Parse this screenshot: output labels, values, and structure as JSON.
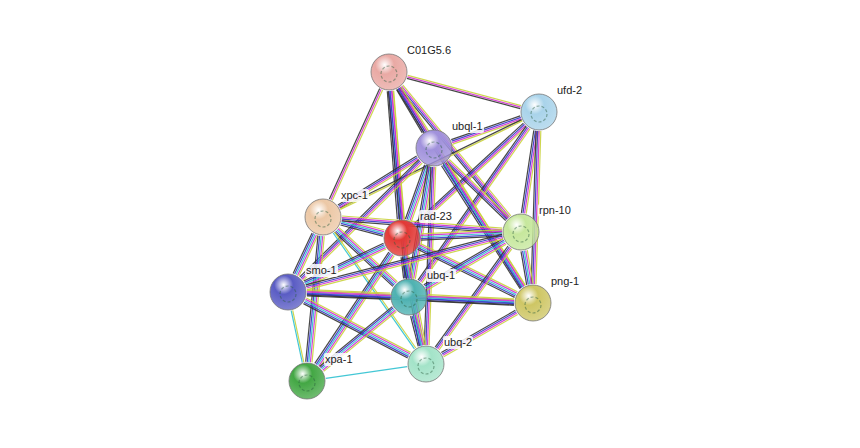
{
  "diagram": {
    "nodes": [
      {
        "text": [
          "C01G5.6"
        ]
      },
      {
        "text": [
          "ufd-2"
        ]
      },
      {
        "text": [
          "ubql-1"
        ]
      },
      {
        "text": [
          "xpc-1"
        ]
      },
      {
        "text": [
          "rad-23"
        ]
      },
      {
        "text": [
          "rpn-10"
        ]
      },
      {
        "text": [
          "smo-1"
        ]
      },
      {
        "text": [
          "ubq-1"
        ]
      },
      {
        "text": [
          "png-1"
        ]
      },
      {
        "text": [
          "xpa-1"
        ]
      },
      {
        "text": [
          "ubq-2"
        ]
      }
    ],
    "edges": [
      {
        "from": 0,
        "to": 1,
        "arrow": "none"
      },
      {
        "from": 0,
        "to": 2,
        "arrow": "none"
      },
      {
        "from": 0,
        "to": 3,
        "arrow": "none"
      },
      {
        "from": 0,
        "to": 4,
        "arrow": "none"
      },
      {
        "from": 0,
        "to": 5,
        "arrow": "none"
      },
      {
        "from": 0,
        "to": 7,
        "arrow": "none"
      },
      {
        "from": 0,
        "to": 8,
        "arrow": "none"
      },
      {
        "from": 1,
        "to": 2,
        "arrow": "none"
      },
      {
        "from": 1,
        "to": 4,
        "arrow": "none"
      },
      {
        "from": 1,
        "to": 5,
        "arrow": "none"
      },
      {
        "from": 1,
        "to": 7,
        "arrow": "none"
      },
      {
        "from": 1,
        "to": 8,
        "arrow": "none"
      },
      {
        "from": 1,
        "to": 3,
        "arrow": "none"
      },
      {
        "from": 2,
        "to": 3,
        "arrow": "none"
      },
      {
        "from": 2,
        "to": 4,
        "arrow": "none"
      },
      {
        "from": 2,
        "to": 5,
        "arrow": "none"
      },
      {
        "from": 2,
        "to": 7,
        "arrow": "none"
      },
      {
        "from": 2,
        "to": 8,
        "arrow": "none"
      },
      {
        "from": 2,
        "to": 6,
        "arrow": "none"
      },
      {
        "from": 2,
        "to": 10,
        "arrow": "none"
      },
      {
        "from": 3,
        "to": 4,
        "arrow": "none"
      },
      {
        "from": 3,
        "to": 6,
        "arrow": "none"
      },
      {
        "from": 3,
        "to": 7,
        "arrow": "none"
      },
      {
        "from": 3,
        "to": 9,
        "arrow": "none"
      },
      {
        "from": 3,
        "to": 10,
        "arrow": "none"
      },
      {
        "from": 3,
        "to": 5,
        "arrow": "none"
      },
      {
        "from": 4,
        "to": 5,
        "arrow": "none"
      },
      {
        "from": 4,
        "to": 6,
        "arrow": "none"
      },
      {
        "from": 4,
        "to": 7,
        "arrow": "none"
      },
      {
        "from": 4,
        "to": 8,
        "arrow": "none"
      },
      {
        "from": 4,
        "to": 9,
        "arrow": "none"
      },
      {
        "from": 4,
        "to": 10,
        "arrow": "none"
      },
      {
        "from": 5,
        "to": 8,
        "arrow": "none"
      },
      {
        "from": 5,
        "to": 7,
        "arrow": "none"
      },
      {
        "from": 5,
        "to": 6,
        "arrow": "none"
      },
      {
        "from": 5,
        "to": 10,
        "arrow": "none"
      },
      {
        "from": 6,
        "to": 7,
        "arrow": "none"
      },
      {
        "from": 6,
        "to": 9,
        "arrow": "none"
      },
      {
        "from": 6,
        "to": 10,
        "arrow": "none"
      },
      {
        "from": 6,
        "to": 8,
        "arrow": "none"
      },
      {
        "from": 7,
        "to": 8,
        "arrow": "none"
      },
      {
        "from": 7,
        "to": 9,
        "arrow": "none"
      },
      {
        "from": 7,
        "to": 10,
        "arrow": "none"
      },
      {
        "from": 8,
        "to": 10,
        "arrow": "none"
      },
      {
        "from": 9,
        "to": 10,
        "arrow": "none"
      }
    ]
  }
}
